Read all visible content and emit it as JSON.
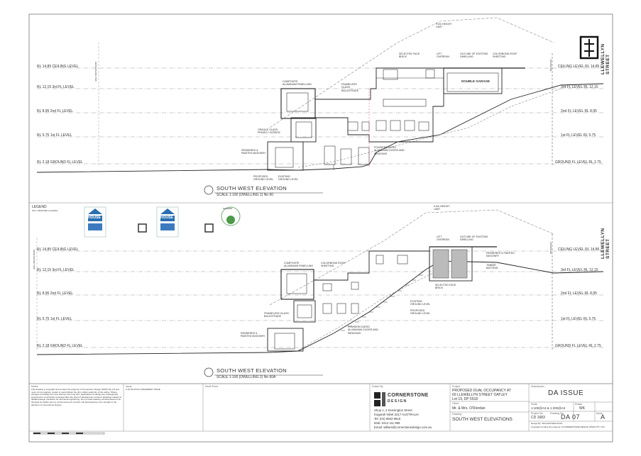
{
  "north_label": "N",
  "elevation1": {
    "title": "SOUTH WEST ELEVATION",
    "scale": "SCALE 1:100 (DWELLING 1) No 60",
    "street": "LLEWELLYN STREET",
    "levels_left": [
      "RL 14.85  CEILING LEVEL",
      "RL 12.15  3rd FL LEVEL",
      "RL 8.95  2nd FL LEVEL",
      "RL 5.75  1st FL LEVEL",
      "RL 2.18  GROUND FL LEVEL"
    ],
    "levels_right": [
      "CEILING LEVEL  RL 14.85",
      "3rd FL LEVEL  RL 12.15",
      "2nd FL LEVEL  RL 8.95",
      "1st FL LEVEL  RL 5.75",
      "GROUND FL LEVEL  RL 2.75"
    ],
    "notes": {
      "height_limit": "9.0m HEIGHT LIMIT",
      "selected_face_brick": "SELECTED FACE BRICK",
      "lift_overrun": "LIFT OVERRUN",
      "outline_existing": "OUTLINE OF EXISTING DWELLING",
      "colorbond_roof": "COLORBOND ROOF SHEETING",
      "composite_panelling": "COMPOSITE ALUMINIUM PANELLING",
      "frameless_glass": "FRAMELESS GLASS BALUSTRADE",
      "opaque_glass": "OPAQUE GLASS PRIVACY SCREEN",
      "rendered_masonry": "RENDERED & PAINTED MASONRY",
      "powdercoated": "POWDERCOATED ALUMINIUM DOORS AND WINDOWS",
      "proposed_ground": "PROPOSED GROUND LEVEL",
      "existing_ground": "EXISTING GROUND LEVEL",
      "double_garage": "DOUBLE GARAGE",
      "boundary": "BOUNDARY",
      "water_mark": "HIGH WATER MARK"
    }
  },
  "elevation2": {
    "title": "SOUTH WEST ELEVATION",
    "scale": "SCALE 1:100 (DWELLING 2) No 60A",
    "street": "LLEWELLYN STREET",
    "levels_left": [
      "RL 14.85  CEILING LEVEL",
      "RL 12.15  3rd FL LEVEL",
      "RL 8.95  2nd FL LEVEL",
      "RL 5.75  1st FL LEVEL",
      "RL 2.18  GROUND FL LEVEL"
    ],
    "levels_right": [
      "CEILING LEVEL  RL 14.85",
      "3rd FL LEVEL  RL 12.15",
      "2nd FL LEVEL  RL 8.95",
      "1st FL LEVEL  RL 5.75",
      "GROUND FL LEVEL  RL 2.75"
    ],
    "notes": {
      "height_limit": "9.0m HEIGHT LIMIT",
      "lift_overrun": "LIFT OVERRUN",
      "outline_existing": "OUTLINE OF EXISTING DWELLING",
      "composite_panelling": "COMPOSITE ALUMINIUM PANELLING",
      "colorbond_roof": "COLORBOND ROOF SHEETING",
      "rendered_masonry_right": "RENDERED & PAINTED MASONRY",
      "timber_battens": "TIMBER BATTENS",
      "selected_face_brick": "SELECTED FACE BRICK",
      "existing_ground": "EXISTING GROUND LEVEL",
      "proposed_ground": "PROPOSED GROUND LEVEL",
      "powdercoated": "POWDERCOATED ALUMINIUM DOORS AND WINDOWS",
      "frameless_glass": "FRAMELESS GLASS BALUSTRADE",
      "rendered_masonry": "RENDERED & PAINTED MASONRY",
      "boundary": "BOUNDARY",
      "water_mark": "HIGH WATER MARK"
    }
  },
  "legend": {
    "title": "LEGEND",
    "subtitle": "FW = FROSTED GLAZING",
    "cert1_word": "HOUSE",
    "cert2_word": "HOUSE",
    "badge_word": "NatHERS"
  },
  "title_block": {
    "notes_header": "Notes",
    "notes_text": "This drawing is copyright and remains the property of Cornerstone Design (NSW) Pty Ltd and must not be retained, copied or used without the prior written authority of the author. Where changes to building form are arising in the long term applications of design are subsequently proposed for construction purposes after the grant of development consent. Drawings subject to detailed design resolution for structural engineering. Do not scale drawing. All dimensions to be checked by builder prior to commencement of works. All discrepancies to be brought to the attention of Cornerstone Design.",
    "issue_header": "Issue",
    "issue_row": "A   15.03.18   DA LODGEMENT ISSUE",
    "northpoint_header": "North Point",
    "drawn_by_header": "Drawn By",
    "company_name": "CORNERSTONE",
    "company_sub": "D E S I G N",
    "address1": "Shop 1, 2 Kensington Street",
    "address2": "Kogarah NSW 2217 AUSTRALIA",
    "tel": "Tel:  (02) 9553 9918",
    "mob": "Mob:  0412 111 888",
    "email": "Email: william@cornerstonedesign.com.au",
    "project_header": "Project",
    "project1": "PROPOSED DUAL OCCUPANCY AT",
    "project2": "60 LLEWELLYN STREET OATLEY",
    "project3": "Lot 19, DP 5518",
    "client_header": "Client",
    "client": "Mr. & Mrs. O'Riordan",
    "drawing_header": "Drawing",
    "drawing": "SOUTH WEST ELEVATIONS",
    "submission_header": "Submission",
    "submission": "DA ISSUE",
    "scale_header": "Scale",
    "scale": "1:100@A3 & 1:200@A3",
    "drawn_header": "Drawn",
    "drawn": "WK",
    "project_no_header": "Project No",
    "project_no": "CD 1683",
    "drawing_no_header": "Drawing No",
    "drawing_no": "DA 07",
    "issue_no_header": "Issue",
    "issue_no": "A",
    "copyright": "Copyright remains the property of CORNERSTONE DESIGN (NSW) PTY LTD",
    "designed_by": "Design By: WILLIAM KEKHAYAS"
  }
}
